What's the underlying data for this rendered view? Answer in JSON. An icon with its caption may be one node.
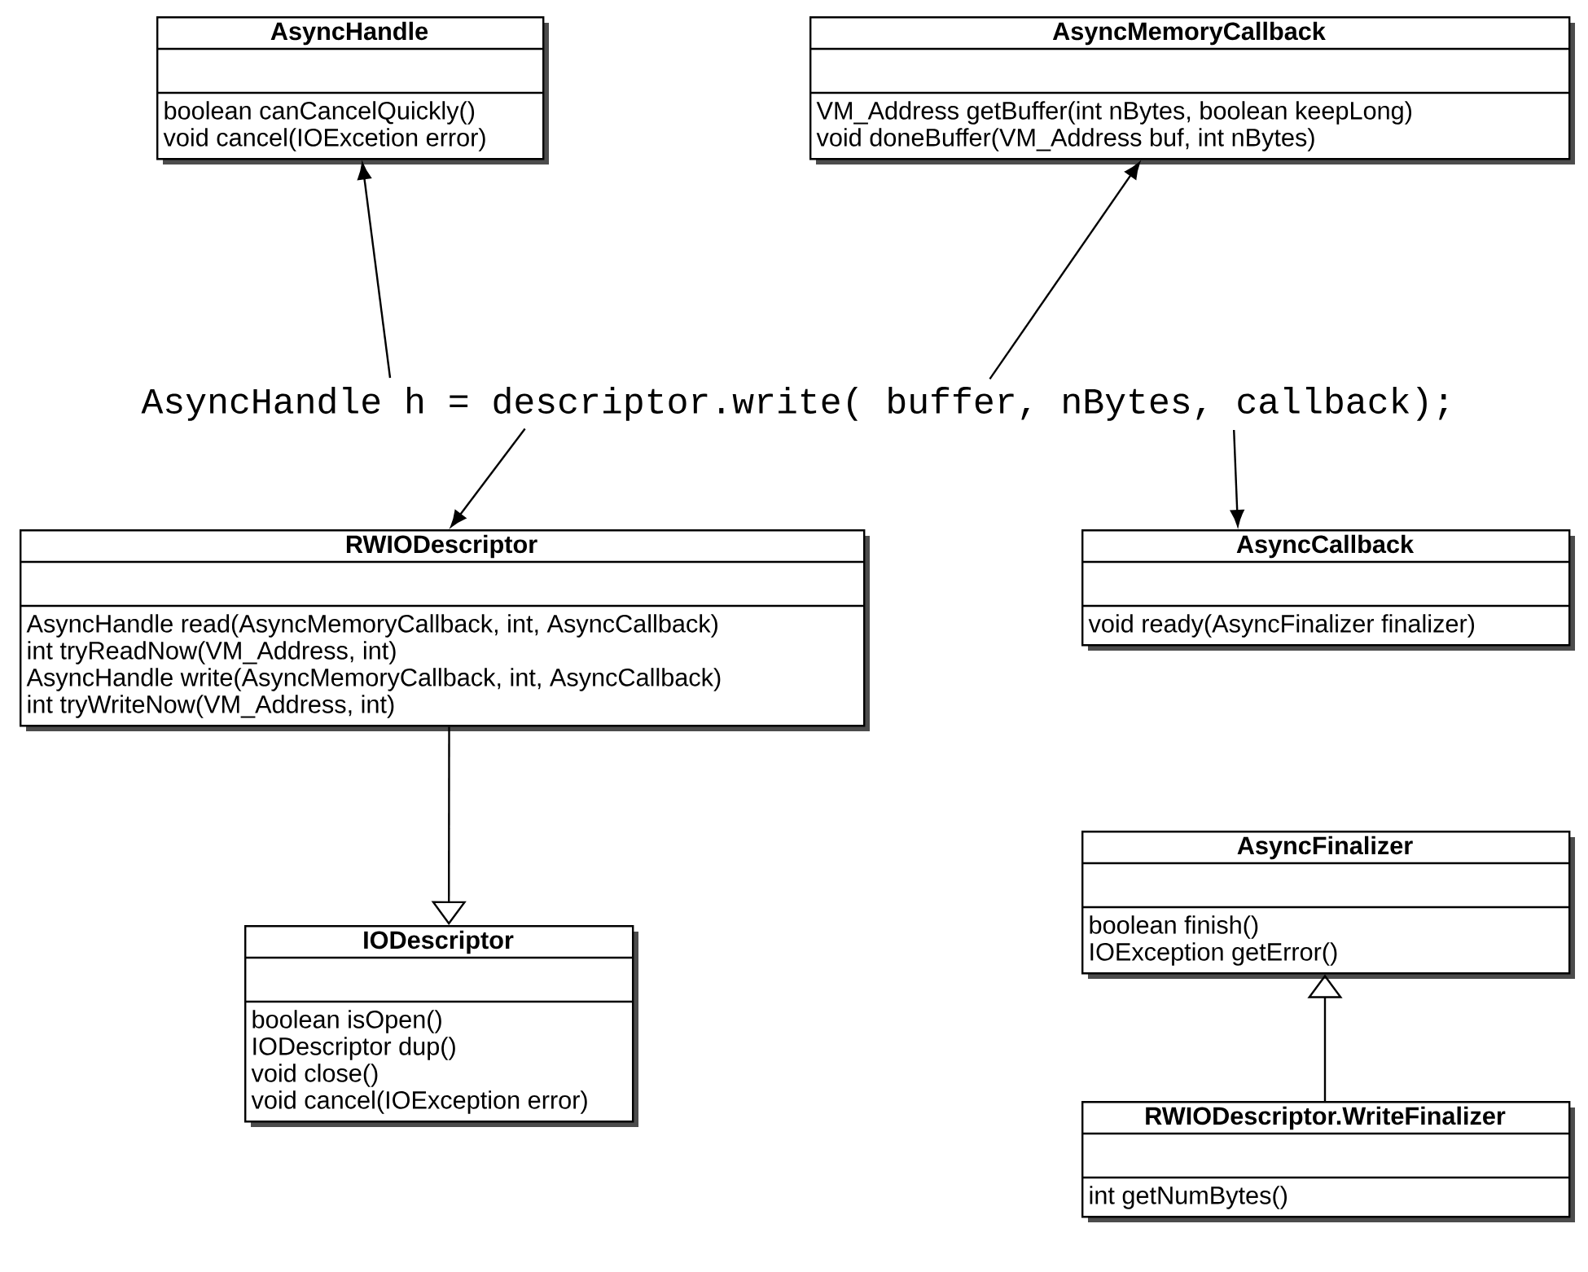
{
  "diagram": {
    "nodes": [
      {
        "text": [
          "AsyncHandle",
          "boolean canCancelQuickly()",
          "void cancel(IOExcetion error)"
        ]
      },
      {
        "text": [
          "AsyncMemoryCallback",
          "VM_Address getBuffer(int nBytes, boolean keepLong)",
          "void doneBuffer(VM_Address buf, int nBytes)"
        ]
      },
      {
        "text": [
          "AsyncHandle h = descriptor.write( buffer, nBytes, callback);"
        ]
      },
      {
        "text": [
          "RWIODescriptor",
          "AsyncHandle read(AsyncMemoryCallback, int, AsyncCallback)",
          "int tryReadNow(VM_Address, int)",
          "AsyncHandle write(AsyncMemoryCallback, int, AsyncCallback)",
          "int tryWriteNow(VM_Address, int)"
        ]
      },
      {
        "text": [
          "AsyncCallback",
          "void ready(AsyncFinalizer finalizer)"
        ]
      },
      {
        "text": [
          "IODescriptor",
          "boolean isOpen()",
          "IODescriptor dup()",
          "void close()",
          "void cancel(IOException error)"
        ]
      },
      {
        "text": [
          "AsyncFinalizer",
          "boolean finish()",
          "IOException getError()"
        ]
      },
      {
        "text": [
          "RWIODescriptor.WriteFinalizer",
          "int getNumBytes()"
        ]
      }
    ],
    "edges": [
      {
        "from": 2,
        "to": 0,
        "arrow": "to"
      },
      {
        "from": 2,
        "to": 1,
        "arrow": "to"
      },
      {
        "from": 2,
        "to": 3,
        "arrow": "to"
      },
      {
        "from": 2,
        "to": 4,
        "arrow": "to"
      },
      {
        "from": 3,
        "to": 5,
        "arrow": "to"
      },
      {
        "from": 7,
        "to": 6,
        "arrow": "to"
      }
    ]
  }
}
